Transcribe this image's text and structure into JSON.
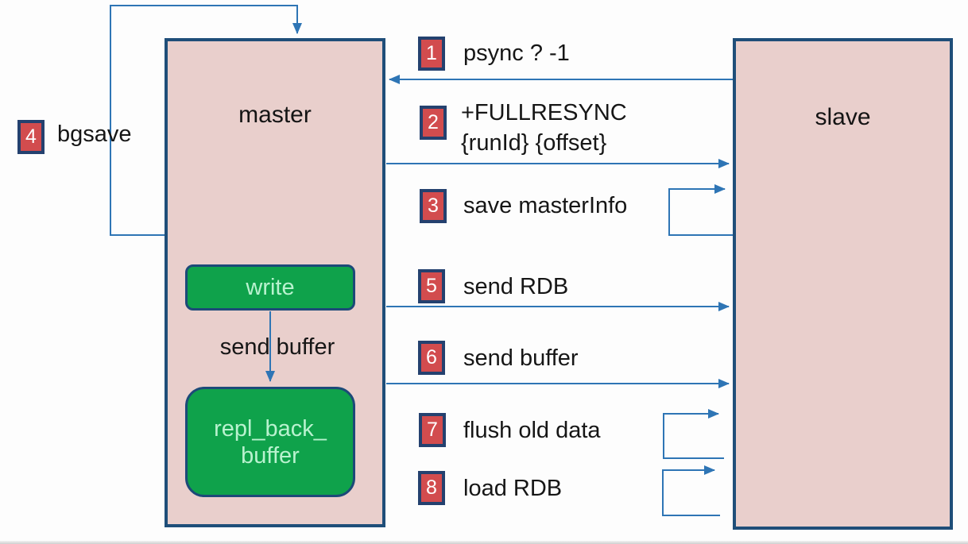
{
  "nodes": {
    "master": {
      "label": "master"
    },
    "slave": {
      "label": "slave"
    },
    "write": {
      "label": "write"
    },
    "repl_back_buffer": {
      "label_line1": "repl_back_",
      "label_line2": "buffer"
    }
  },
  "edge_labels": {
    "send_buffer_internal": "send buffer"
  },
  "steps": [
    {
      "num": "1",
      "label": "psync ? -1",
      "direction": "slave-to-master"
    },
    {
      "num": "2",
      "label": "+FULLRESYNC",
      "label2": "{runId} {offset}",
      "direction": "master-to-slave"
    },
    {
      "num": "3",
      "label": "save masterInfo",
      "direction": "slave-self-loop"
    },
    {
      "num": "4",
      "label": "bgsave",
      "direction": "master-self-loop"
    },
    {
      "num": "5",
      "label": "send RDB",
      "direction": "master-to-slave"
    },
    {
      "num": "6",
      "label": "send buffer",
      "direction": "master-to-slave"
    },
    {
      "num": "7",
      "label": "flush old data",
      "direction": "slave-self-loop"
    },
    {
      "num": "8",
      "label": "load RDB",
      "direction": "slave-self-loop"
    }
  ],
  "colors": {
    "box_fill": "#e9cfcc",
    "box_border": "#1f4e79",
    "arrow": "#2e75b5",
    "badge_fill": "#d24c4e",
    "badge_border": "#24416f",
    "badge_text": "#ffffff",
    "green_fill": "#0fa24b",
    "green_border": "#1c4a78",
    "green_text": "#b9f2cf",
    "text": "#161616",
    "background": "#fdfdfd"
  }
}
